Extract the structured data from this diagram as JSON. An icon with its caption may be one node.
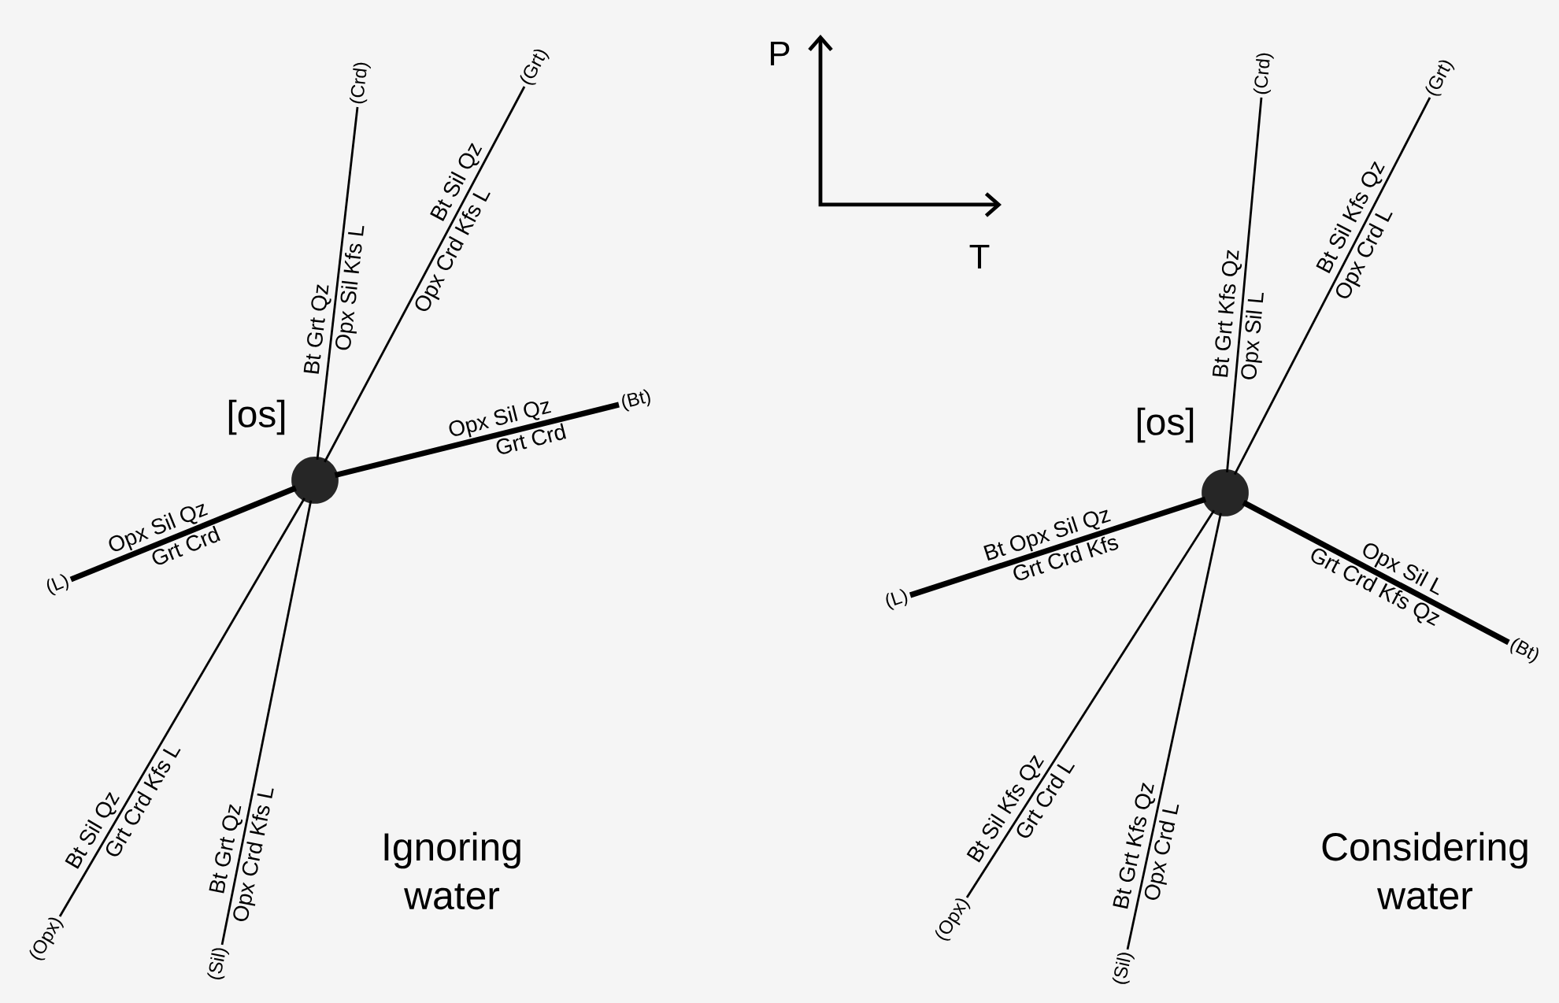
{
  "diagram": {
    "nodes": [
      {
        "text": [],
        "shape": "circle"
      },
      {
        "text": [
          "(Crd)"
        ]
      },
      {
        "text": [
          "(Grt)"
        ]
      },
      {
        "text": [
          "(Bt)"
        ]
      },
      {
        "text": [
          "(L)"
        ]
      },
      {
        "text": [
          "(Opx)"
        ]
      },
      {
        "text": [
          "(Sil)"
        ]
      },
      {
        "text": [],
        "shape": "circle"
      },
      {
        "text": [
          "(Crd)"
        ]
      },
      {
        "text": [
          "(Grt)"
        ]
      },
      {
        "text": [
          "(Bt)"
        ]
      },
      {
        "text": [
          "(L)"
        ]
      },
      {
        "text": [
          "(Opx)"
        ]
      },
      {
        "text": [
          "(Sil)"
        ]
      }
    ],
    "edges": [
      {
        "from": 0,
        "to": 1,
        "arrow": "none"
      },
      {
        "from": 0,
        "to": 2,
        "arrow": "none"
      },
      {
        "from": 0,
        "to": 3,
        "arrow": "none",
        "style": "thick"
      },
      {
        "from": 0,
        "to": 4,
        "arrow": "none",
        "style": "thick"
      },
      {
        "from": 0,
        "to": 5,
        "arrow": "none"
      },
      {
        "from": 0,
        "to": 6,
        "arrow": "none"
      },
      {
        "from": 7,
        "to": 8,
        "arrow": "none"
      },
      {
        "from": 7,
        "to": 9,
        "arrow": "none"
      },
      {
        "from": 7,
        "to": 10,
        "arrow": "none",
        "style": "thick"
      },
      {
        "from": 7,
        "to": 11,
        "arrow": "none",
        "style": "thick"
      },
      {
        "from": 7,
        "to": 12,
        "arrow": "none"
      },
      {
        "from": 7,
        "to": 13,
        "arrow": "none"
      }
    ],
    "labels": [
      "P",
      "T",
      "Bt Grt Qz",
      "Opx Sil Kfs L",
      "Bt Sil Qz",
      "Opx Crd Kfs L",
      "[os]",
      "Opx Sil Qz",
      "Grt Crd",
      "Opx Sil Qz",
      "Grt Crd",
      "Bt Sil Qz",
      "Grt Crd Kfs L",
      "Bt Grt Qz",
      "Opx Crd Kfs L",
      "Ignoring water",
      "Bt Grt Kfs Qz",
      "Opx Sil L",
      "Bt Sil Kfs Qz",
      "Opx Crd L",
      "[os]",
      "Bt  Opx Sil Qz",
      "Grt Crd Kfs",
      "Opx Sil L",
      "Grt Crd Kfs Qz",
      "Bt Sil Kfs Qz",
      "Grt Crd L",
      "Bt Grt Kfs Qz",
      "Opx Crd L",
      "Considering water"
    ]
  }
}
